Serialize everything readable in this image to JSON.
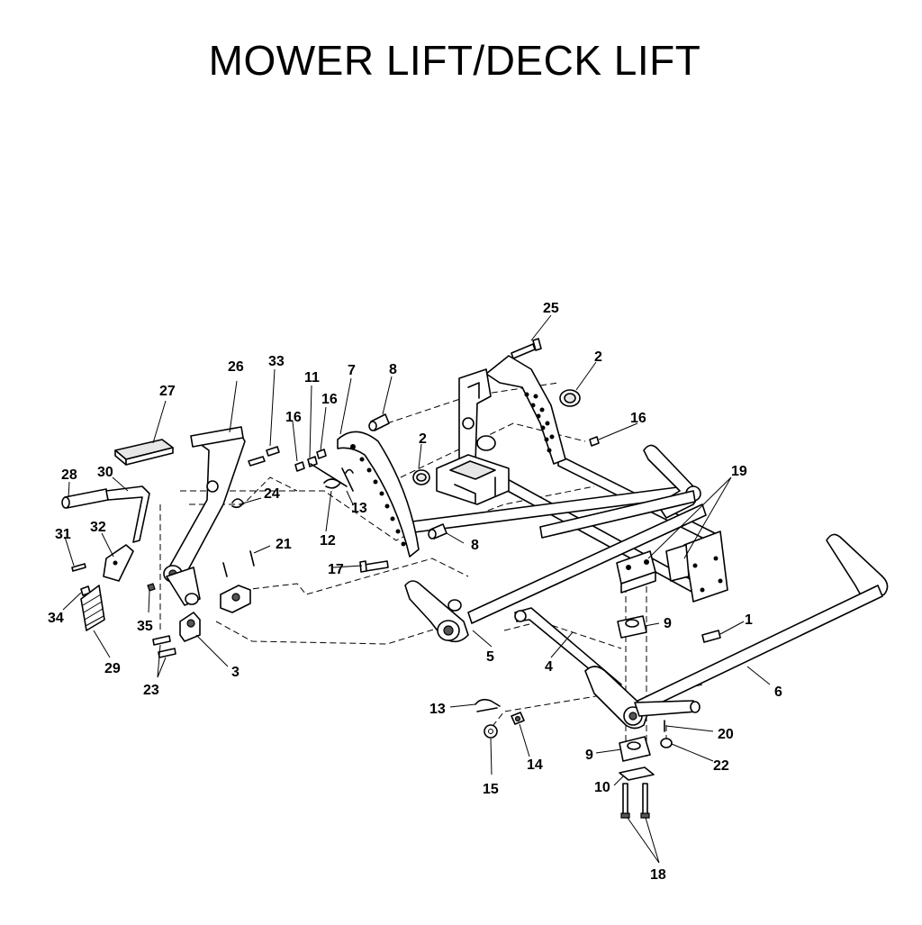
{
  "title": "MOWER LIFT/DECK LIFT",
  "callouts": {
    "c1": "1",
    "c2a": "2",
    "c2b": "2",
    "c3": "3",
    "c4": "4",
    "c5": "5",
    "c6": "6",
    "c7": "7",
    "c8a": "8",
    "c8b": "8",
    "c9a": "9",
    "c9b": "9",
    "c10": "10",
    "c11": "11",
    "c12": "12",
    "c13a": "13",
    "c13b": "13",
    "c14": "14",
    "c15": "15",
    "c16a": "16",
    "c16b": "16",
    "c16c": "16",
    "c17": "17",
    "c18": "18",
    "c19": "19",
    "c20": "20",
    "c21": "21",
    "c22": "22",
    "c23": "23",
    "c24": "24",
    "c25": "25",
    "c26": "26",
    "c27": "27",
    "c28": "28",
    "c29": "29",
    "c30": "30",
    "c31": "31",
    "c32": "32",
    "c33": "33",
    "c34": "34",
    "c35": "35"
  }
}
